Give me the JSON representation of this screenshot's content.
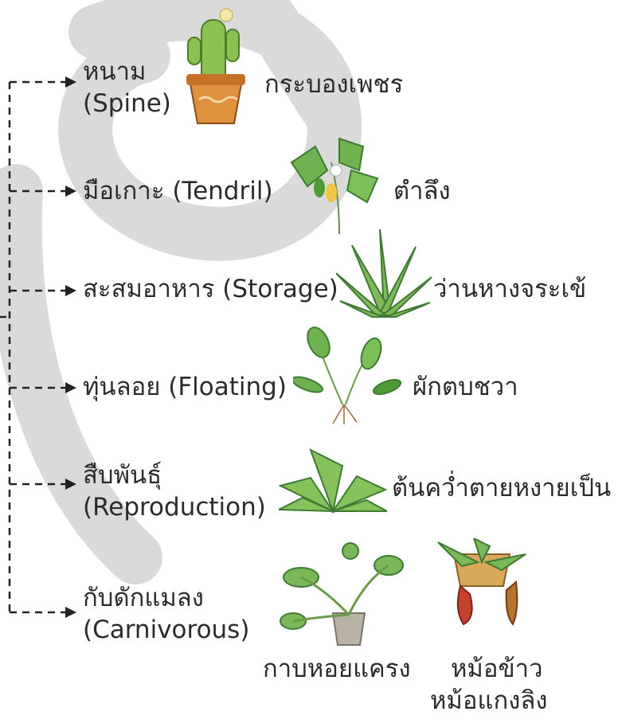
{
  "branches": [
    {
      "label_th": "หนาม",
      "label_en": "(Spine)",
      "plant": "กระบองเพชร",
      "icon": "cactus-pot-icon"
    },
    {
      "label": "มือเกาะ (Tendril)",
      "plant": "ตำลึง",
      "icon": "ivy-gourd-vine-icon"
    },
    {
      "label": "สะสมอาหาร (Storage)",
      "plant": "ว่านหางจระเข้",
      "icon": "aloe-vera-icon"
    },
    {
      "label": "ทุ่นลอย (Floating)",
      "plant": "ผักตบชวา",
      "icon": "water-hyacinth-icon"
    },
    {
      "label_th": "สืบพันธุ์",
      "label_en": "(Reproduction)",
      "plant": "ต้นคว่ำตายหงายเป็น",
      "icon": "kalanchoe-icon"
    },
    {
      "label_th": "กับดักแมลง",
      "label_en": "(Carnivorous)",
      "plants": [
        "กาบหอยแครง",
        "หม้อข้าว",
        "หม้อแกงลิง"
      ],
      "icons": [
        "venus-flytrap-icon",
        "pitcher-plant-icon"
      ]
    }
  ],
  "colors": {
    "text": "#2b2b2b",
    "watermark": "#d9d9d9",
    "leaf": "#7bb85a",
    "leaf_dark": "#3f7d3a",
    "pot": "#d9893a"
  }
}
